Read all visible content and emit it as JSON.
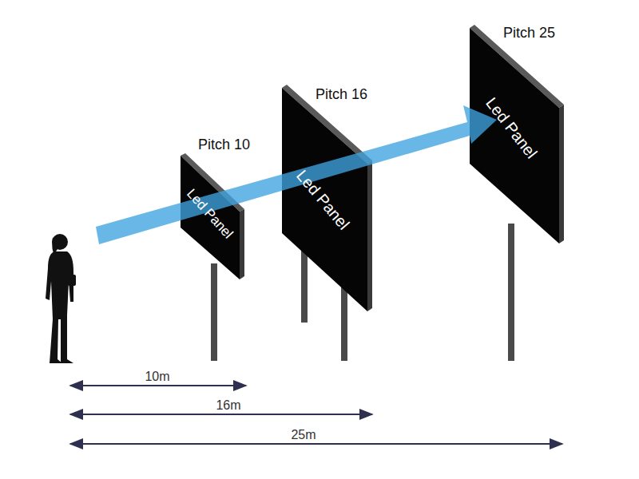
{
  "diagram": {
    "nodes": [
      {
        "text": [
          "Pitch 10",
          "Led Panel"
        ]
      },
      {
        "text": [
          "Pitch 16",
          "Led Panel"
        ]
      },
      {
        "text": [
          "Pitch 25",
          "Led Panel"
        ]
      }
    ],
    "labels": [
      "10m",
      "16m",
      "25m"
    ]
  }
}
